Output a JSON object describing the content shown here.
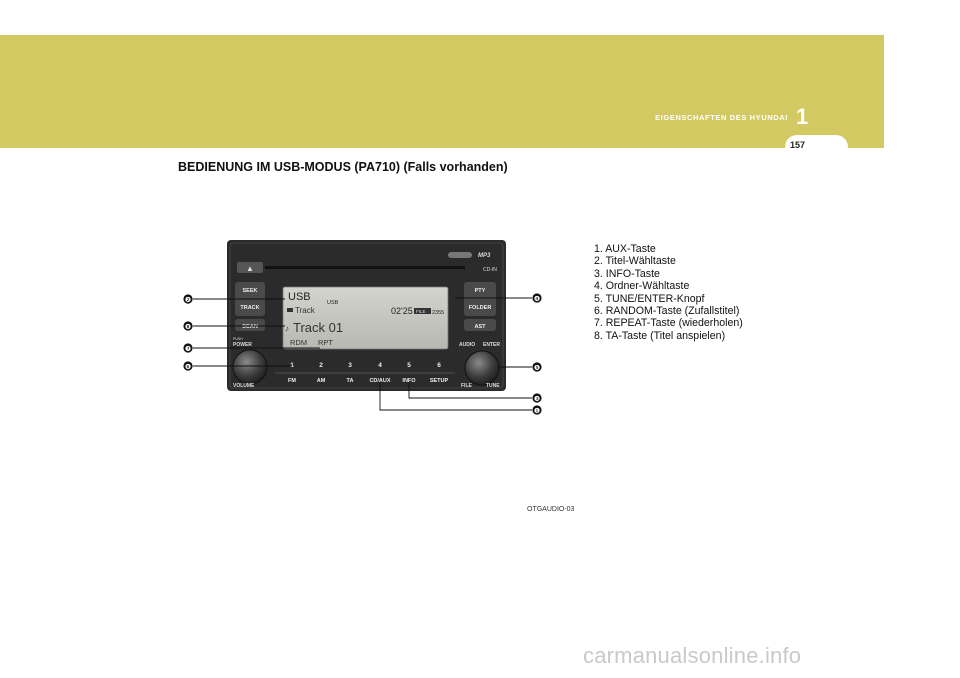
{
  "header": {
    "chapter_title": "EIGENSCHAFTEN DES HYUNDAI",
    "chapter_number": "1",
    "page_number": "157"
  },
  "section_heading": "BEDIENUNG IM USB-MODUS (PA710) (Falls vorhanden)",
  "radio": {
    "left_buttons": [
      "SEEK",
      "TRACK",
      "SCAN"
    ],
    "right_buttons": [
      "PTY",
      "FOLDER",
      "AST"
    ],
    "eject_right_label": "CD-IN",
    "brand_logo": "MP3",
    "display": {
      "mode": "USB",
      "sub_mode": "USB",
      "row_label": "Track",
      "time": "02'25",
      "file_label": "FILE",
      "file_count": "2355",
      "track_name": "Track 01",
      "indicators": [
        "RDM",
        "RPT"
      ]
    },
    "push_label": "PUSH",
    "power_label": "POWER",
    "volume_label": "VOLUME",
    "audio_label": "AUDIO",
    "enter_label": "ENTER",
    "file_label": "FILE",
    "tune_label": "TUNE",
    "preset_numbers": [
      "1",
      "2",
      "3",
      "4",
      "5",
      "6"
    ],
    "function_buttons": [
      "FM",
      "AM",
      "TA",
      "CD/AUX",
      "INFO",
      "SETUP"
    ]
  },
  "callouts": [
    "❷",
    "❽",
    "❼",
    "❻",
    "❹",
    "❺",
    "❸",
    "❶"
  ],
  "legend": [
    "1. AUX-Taste",
    "2. Titel-Wähltaste",
    "3. INFO-Taste",
    "4. Ordner-Wähltaste",
    "5. TUNE/ENTER-Knopf",
    "6. RANDOM-Taste (Zufallstitel)",
    "7. REPEAT-Taste (wiederholen)",
    "8. TA-Taste (Titel anspielen)"
  ],
  "figure_code": "OTGAUDIO-03",
  "footer": "carmanualsonline.info",
  "colors": {
    "banner": "#d3c962",
    "radio_body": "#2a2a2a",
    "display": "#c6c6c0"
  }
}
